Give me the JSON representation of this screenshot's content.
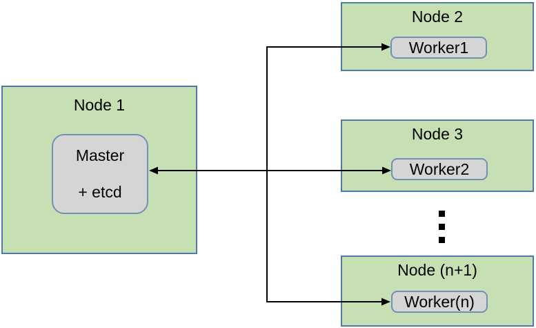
{
  "diagram": {
    "type": "cluster-architecture",
    "colors": {
      "node_fill": "#c6e0b4",
      "node_border": "#4a7aa5",
      "component_fill": "#d5d5d5",
      "component_border": "#7090b8",
      "connector": "#000000",
      "background": "#ffffff"
    },
    "master_node": {
      "title": "Node 1",
      "component": {
        "line1": "Master",
        "line2": "+ etcd"
      }
    },
    "worker_nodes": [
      {
        "title": "Node 2",
        "component": "Worker1"
      },
      {
        "title": "Node 3",
        "component": "Worker2"
      },
      {
        "title": "Node (n+1)",
        "component": "Worker(n)"
      }
    ],
    "ellipsis": {
      "meaning": "more worker nodes between Node 3 and Node (n+1)",
      "dot_count": 3
    },
    "connections": {
      "style": "shared vertical bus with arrowheads at endpoints",
      "edges": [
        {
          "target": "Master + etcd",
          "arrow_direction": "left"
        },
        {
          "target": "Worker1",
          "arrow_direction": "right"
        },
        {
          "target": "Worker2",
          "arrow_direction": "right"
        },
        {
          "target": "Worker(n)",
          "arrow_direction": "right"
        }
      ]
    }
  }
}
